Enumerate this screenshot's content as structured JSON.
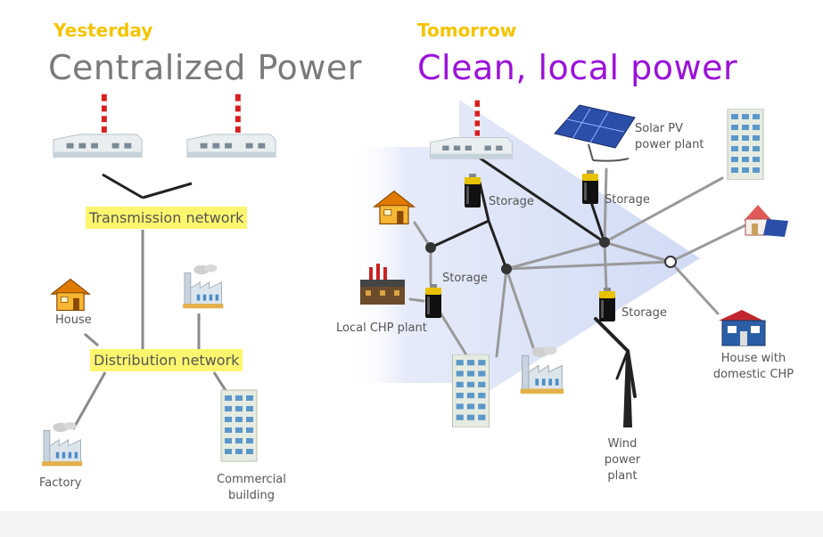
{
  "yesterday": {
    "kicker": "Yesterday",
    "title": "Centralized Power",
    "boxes": {
      "transmission": "Transmission network",
      "distribution": "Distribution network"
    },
    "labels": {
      "house": "House",
      "factory": "Factory",
      "commercial_line1": "Commercial",
      "commercial_line2": "building"
    }
  },
  "tomorrow": {
    "kicker": "Tomorrow",
    "title": "Clean, local power",
    "labels": {
      "solar_line1": "Solar PV",
      "solar_line2": "power plant",
      "storage": "Storage",
      "chp": "Local CHP plant",
      "house_chp_line1": "House with",
      "house_chp_line2": "domestic CHP",
      "wind_line1": "Wind",
      "wind_line2": "power",
      "wind_line3": "plant"
    }
  },
  "colors": {
    "kicker": "#f5c400",
    "centralized": "#7a7a7a",
    "clean": "#9b12d9",
    "box": "#fbf66d",
    "node": "#333333",
    "label": "#555555"
  },
  "icons": [
    "power-plant-icon",
    "house-icon",
    "factory-icon",
    "office-building-icon",
    "battery-icon",
    "solar-panel-icon",
    "wind-turbine-icon",
    "chp-plant-icon",
    "house-with-panels-icon"
  ]
}
